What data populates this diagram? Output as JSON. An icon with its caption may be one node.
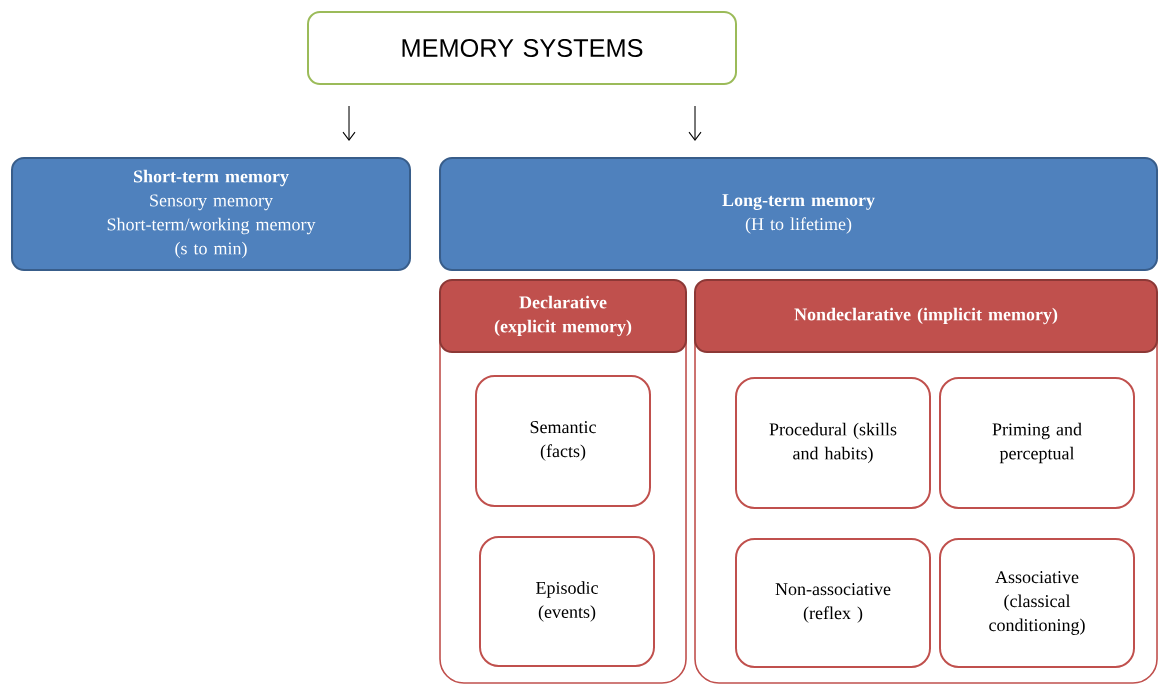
{
  "diagram": {
    "nodes": [
      {
        "text": [
          "MEMORY SYSTEMS"
        ]
      },
      {
        "text": [
          "Short-term memory",
          "Sensory memory",
          "Short-term/working memory",
          "(s to min)"
        ]
      },
      {
        "text": [
          "Long-term memory",
          "(H to lifetime)"
        ]
      },
      {
        "text": [
          "Declarative (explicit memory)"
        ]
      },
      {
        "text": [
          "Semantic (facts)"
        ],
        "in": 3
      },
      {
        "text": [
          "Episodic (events)"
        ],
        "in": 3
      },
      {
        "text": [
          "Nondeclarative (implicit memory)"
        ]
      },
      {
        "text": [
          "Procedural (skills and habits)"
        ],
        "in": 6
      },
      {
        "text": [
          "Priming and perceptual"
        ],
        "in": 6
      },
      {
        "text": [
          "Non-associative (reflex )"
        ],
        "in": 6
      },
      {
        "text": [
          "Associative (classical conditioning)"
        ],
        "in": 6
      }
    ],
    "edges": [
      {
        "from": 0,
        "to": 1,
        "arrow": "to"
      },
      {
        "from": 0,
        "to": 2,
        "arrow": "to"
      }
    ]
  }
}
